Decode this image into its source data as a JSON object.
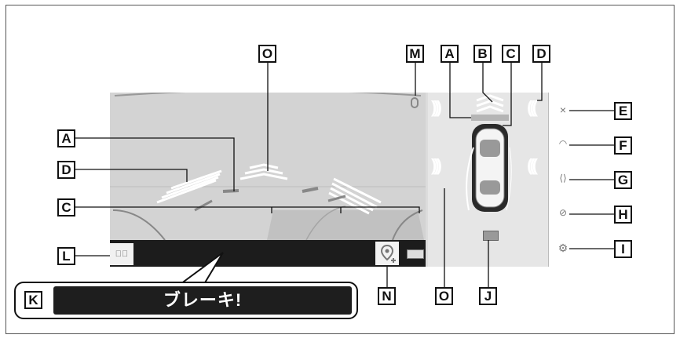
{
  "callouts": {
    "a1": "A",
    "a2": "A",
    "b": "B",
    "c1": "C",
    "c2": "C",
    "d1": "D",
    "d2": "D",
    "e": "E",
    "f": "F",
    "g": "G",
    "h": "H",
    "i": "I",
    "j": "J",
    "k": "K",
    "l": "L",
    "m": "M",
    "n": "N",
    "o1": "O",
    "o2": "O"
  },
  "warning": {
    "message": "ブレーキ!"
  },
  "side_buttons": {
    "close": "×",
    "settings": "⚙"
  },
  "icons": {
    "speaker": "speaker-icon",
    "mic": "microphone-icon",
    "pin": "location-pin-icon",
    "camera_switch": "camera-switch-icon"
  }
}
